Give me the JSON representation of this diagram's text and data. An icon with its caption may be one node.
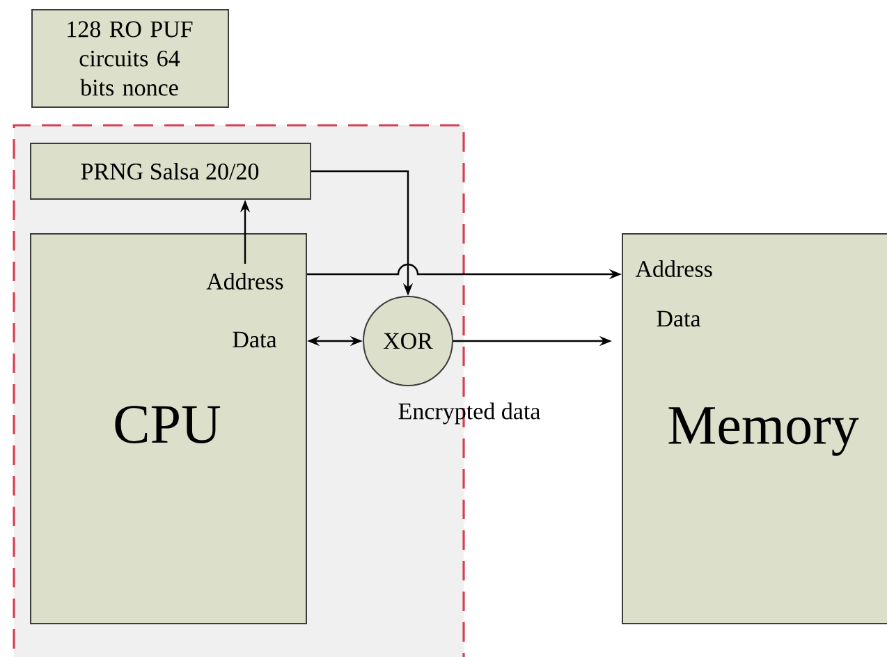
{
  "diagram": {
    "nodes": [
      {
        "text": [
          "128 RO PUF circuits 64 bits nonce"
        ]
      },
      {
        "text": [],
        "shape": "box"
      },
      {
        "text": [
          "PRNG Salsa 20/20"
        ],
        "in": 1
      },
      {
        "text": [
          "Address",
          "Data",
          "CPU"
        ],
        "in": 1
      },
      {
        "text": [
          "XOR"
        ],
        "beside": [
          "Encrypted data"
        ],
        "in": 1
      },
      {
        "text": [
          "Address",
          "Data",
          "Memory"
        ]
      }
    ],
    "edges": [
      {
        "from": 3,
        "to": 2,
        "arrow": "to"
      },
      {
        "from": 2,
        "to": 4,
        "arrow": "to"
      },
      {
        "from": 3,
        "to": 5,
        "arrow": "to"
      },
      {
        "from": 3,
        "to": 4,
        "arrow": "both"
      },
      {
        "from": 4,
        "to": 5,
        "arrow": "to"
      }
    ]
  }
}
